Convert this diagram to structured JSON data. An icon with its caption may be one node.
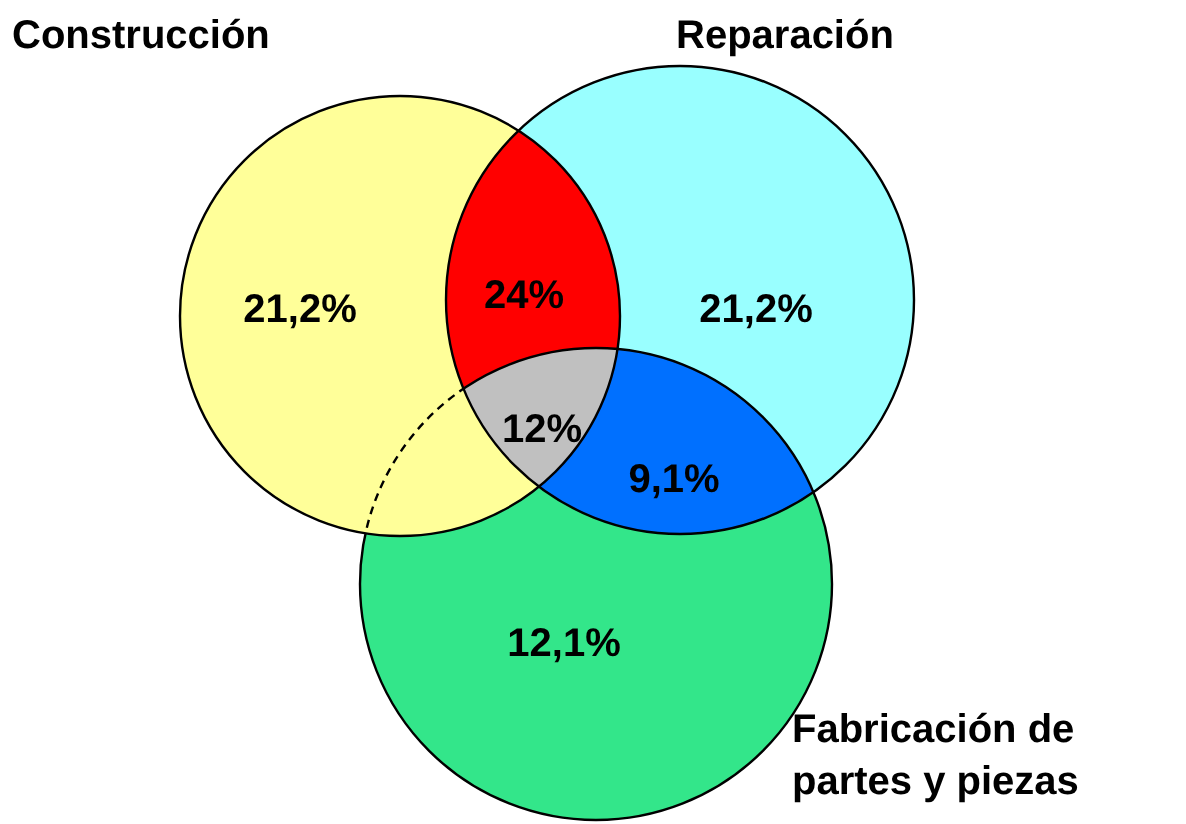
{
  "diagram": {
    "nodes": [
      {
        "text": [
          "Construcción",
          "21,2%"
        ]
      },
      {
        "text": [
          "Reparación",
          "21,2%"
        ]
      },
      {
        "text": [
          "Fabricación de partes y piezas",
          "12,1%"
        ]
      }
    ],
    "labels": [
      "24%",
      "12%",
      "9,1%"
    ]
  }
}
